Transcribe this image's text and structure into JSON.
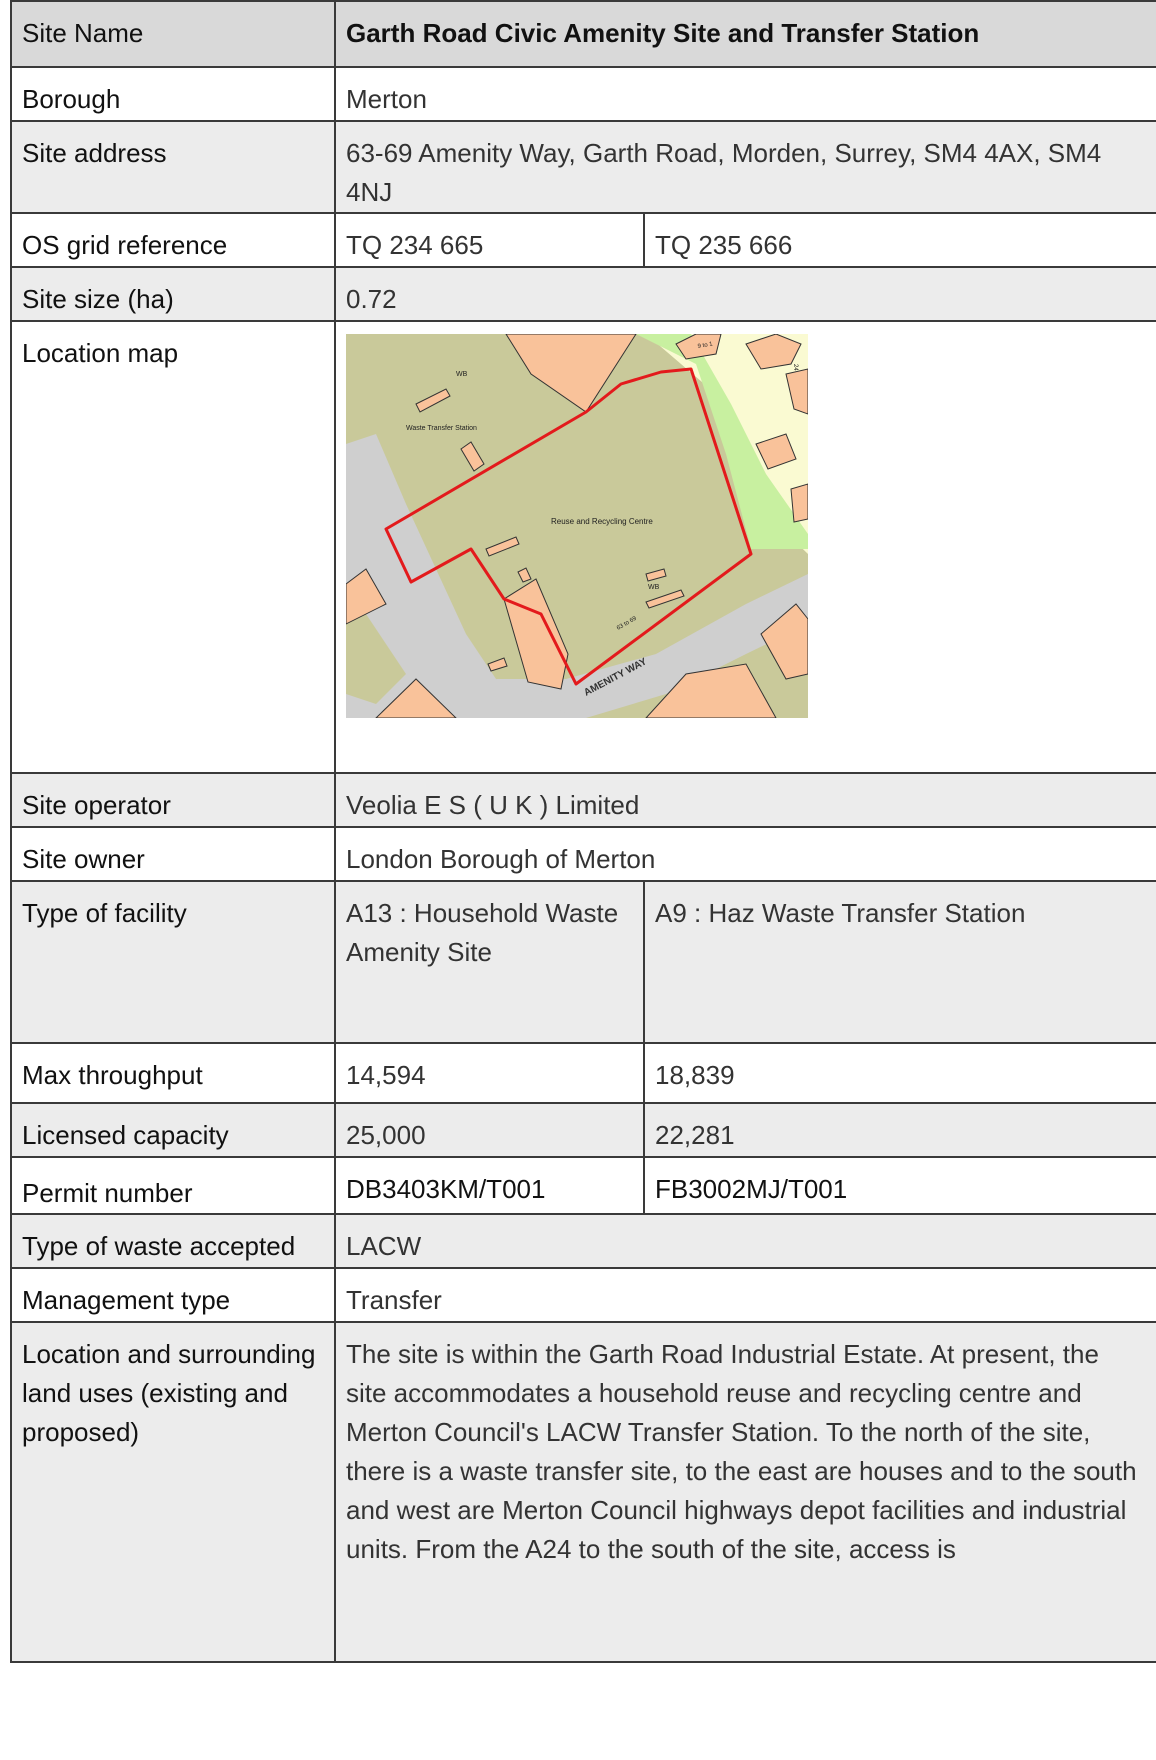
{
  "site_name": {
    "label": "Site Name",
    "value": "Garth Road Civic Amenity Site and Transfer Station"
  },
  "borough": {
    "label": "Borough",
    "value": "Merton"
  },
  "site_address": {
    "label": "Site address",
    "value": "63-69 Amenity Way, Garth Road, Morden, Surrey, SM4 4AX, SM4 4NJ"
  },
  "os_grid": {
    "label": "OS grid reference",
    "value1": "TQ 234 665",
    "value2": "TQ 235 666"
  },
  "site_size": {
    "label": "Site size (ha)",
    "value": "0.72"
  },
  "location_map": {
    "label": "Location map",
    "map_labels": {
      "wb1": "WB",
      "wts": "Waste Transfer Station",
      "rrc": "Reuse and Recycling Centre",
      "wb2": "WB",
      "num": "63 to 69",
      "road": "AMENITY WAY",
      "house1": "9 to 1",
      "house2": "24"
    },
    "colors": {
      "site_boundary": "#e31a1c",
      "buildings": "#f9c29a",
      "ground": "#c9c99a",
      "road": "#cfcfcf",
      "green": "#c8f0a0",
      "residential": "#fafad2"
    }
  },
  "site_operator": {
    "label": "Site operator",
    "value": "Veolia E S ( U K ) Limited"
  },
  "site_owner": {
    "label": "Site owner",
    "value": "London Borough of Merton"
  },
  "facility_type": {
    "label": "Type of facility",
    "value1": "A13 : Household Waste Amenity Site",
    "value2": "A9 : Haz Waste Transfer Station"
  },
  "max_throughput": {
    "label": "Max throughput",
    "value1": "14,594",
    "value2": "18,839"
  },
  "licensed_capacity": {
    "label": "Licensed capacity",
    "value1": "25,000",
    "value2": "22,281"
  },
  "permit_number": {
    "label": "Permit number",
    "value1": "DB3403KM/T001",
    "value2": "FB3002MJ/T001"
  },
  "waste_type": {
    "label": "Type of waste accepted",
    "value": "LACW"
  },
  "management_type": {
    "label": "Management type",
    "value": "Transfer"
  },
  "surroundings": {
    "label": "Location and surrounding land uses (existing and proposed)",
    "value": "The site is within the Garth Road Industrial Estate. At present, the site accommodates a household reuse and recycling centre and Merton Council's LACW Transfer Station. To the north of the site, there is a waste transfer site, to the east are houses and to the south and west are Merton Council highways depot facilities and industrial units. From the A24 to the south of the site, access is"
  }
}
